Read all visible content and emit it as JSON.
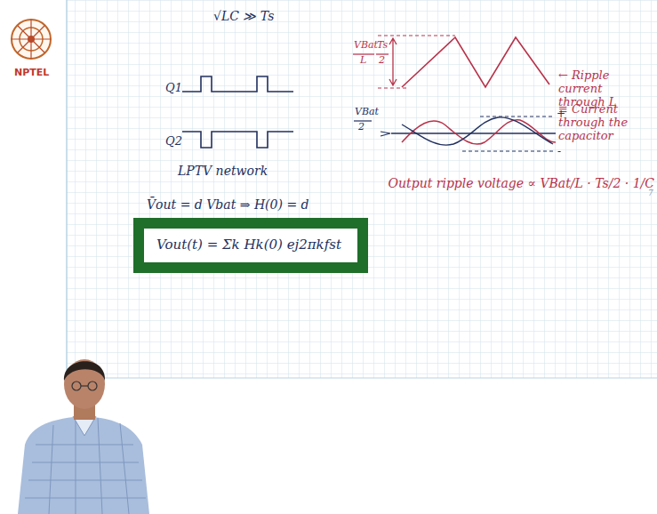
{
  "diagram": {
    "nodes": [
      {
        "text": [
          "Vout(t) = Σk Hk(0) ej2πkfst"
        ]
      }
    ],
    "labels": [
      "NPTEL",
      "√LC ≫ Ts",
      "Q1",
      "Q2",
      "LPTV network",
      "V̄out = d Vbat ⇒ H(0) = d",
      "VBat",
      "L",
      "Ts",
      "2",
      "VBat",
      "2",
      "← Ripple current through L",
      "≡ Current through the capacitor",
      "+",
      "-",
      "Output ripple voltage ∝ VBat/L · Ts/2 · 1/C",
      "7"
    ]
  }
}
